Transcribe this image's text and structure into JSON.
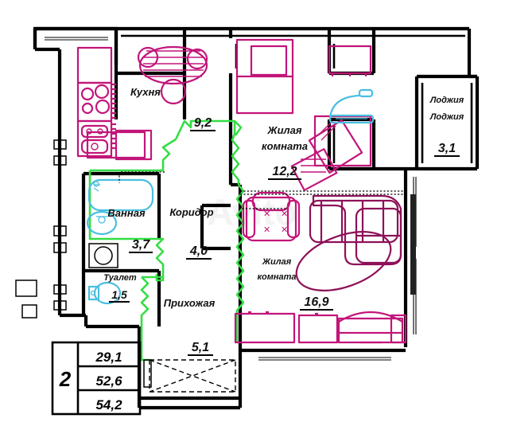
{
  "document": {
    "type": "apartment-floor-plan",
    "language": "ru",
    "watermark": "Avito"
  },
  "legend": {
    "rooms_count": "2",
    "values": [
      "29,1",
      "52,6",
      "54,2"
    ]
  },
  "rooms": [
    {
      "key": "kitchen",
      "name": "Кухня",
      "area": "9,2"
    },
    {
      "key": "living1",
      "name_l1": "Жилая",
      "name_l2": "комната",
      "area": "12,2"
    },
    {
      "key": "living2",
      "name_l1": "Жилая",
      "name_l2": "комната",
      "area": "16,9"
    },
    {
      "key": "corridor",
      "name": "Коридор",
      "area": "4,0"
    },
    {
      "key": "bathroom",
      "name": "Ванная",
      "area": "3,7"
    },
    {
      "key": "toilet",
      "name": "Туалет",
      "area": "1,5"
    },
    {
      "key": "hall",
      "name": "Прихожая",
      "area": "5,1"
    },
    {
      "key": "loggia",
      "name": "Лоджия",
      "name_dup": "Лоджия",
      "area": "3,1"
    }
  ],
  "colors": {
    "wall": "#000000",
    "furniture": "#c2157a",
    "furniture_dark": "#8e1158",
    "outline_highlight": "#33dd44",
    "plumbing": "#49bfe0",
    "background": "#ffffff"
  }
}
